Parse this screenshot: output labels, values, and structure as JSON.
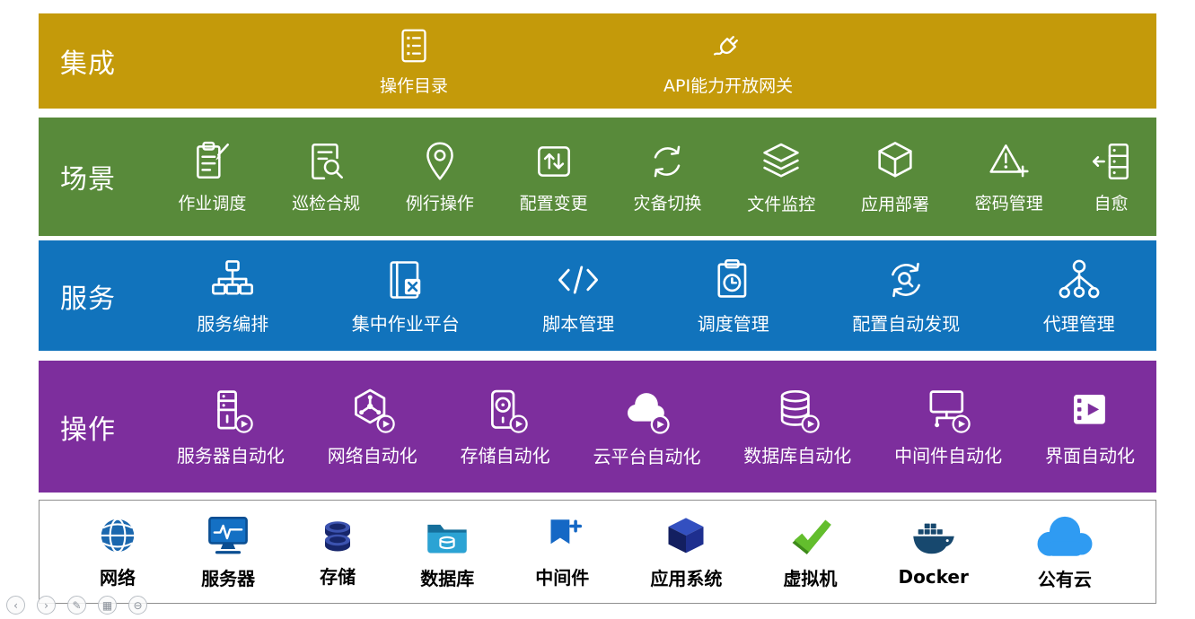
{
  "colors": {
    "integration_band": "#C49A0A",
    "scenario_band": "#588A3A",
    "service_band": "#1173BC",
    "operation_band": "#7D2E9D",
    "infrastructure_border": "#8F8F8F"
  },
  "bands": {
    "integration": {
      "label": "集成",
      "items": [
        {
          "label": "操作目录",
          "icon": "operation-catalog-icon"
        },
        {
          "label": "API能力开放网关",
          "icon": "api-gateway-icon"
        }
      ]
    },
    "scenario": {
      "label": "场景",
      "items": [
        {
          "label": "作业调度",
          "icon": "job-scheduling-icon"
        },
        {
          "label": "巡检合规",
          "icon": "inspection-compliance-icon"
        },
        {
          "label": "例行操作",
          "icon": "routine-operation-icon"
        },
        {
          "label": "配置变更",
          "icon": "config-change-icon"
        },
        {
          "label": "灾备切换",
          "icon": "disaster-switch-icon"
        },
        {
          "label": "文件监控",
          "icon": "file-monitor-icon"
        },
        {
          "label": "应用部署",
          "icon": "app-deploy-icon"
        },
        {
          "label": "密码管理",
          "icon": "password-mgmt-icon"
        },
        {
          "label": "自愈",
          "icon": "self-heal-icon"
        }
      ]
    },
    "service": {
      "label": "服务",
      "items": [
        {
          "label": "服务编排",
          "icon": "service-orchestration-icon"
        },
        {
          "label": "集中作业平台",
          "icon": "central-job-platform-icon"
        },
        {
          "label": "脚本管理",
          "icon": "script-mgmt-icon"
        },
        {
          "label": "调度管理",
          "icon": "schedule-mgmt-icon"
        },
        {
          "label": "配置自动发现",
          "icon": "auto-discovery-icon"
        },
        {
          "label": "代理管理",
          "icon": "agent-mgmt-icon"
        }
      ]
    },
    "operation": {
      "label": "操作",
      "items": [
        {
          "label": "服务器自动化",
          "icon": "server-automation-icon"
        },
        {
          "label": "网络自动化",
          "icon": "network-automation-icon"
        },
        {
          "label": "存储自动化",
          "icon": "storage-automation-icon"
        },
        {
          "label": "云平台自动化",
          "icon": "cloud-automation-icon"
        },
        {
          "label": "数据库自动化",
          "icon": "database-automation-icon"
        },
        {
          "label": "中间件自动化",
          "icon": "middleware-automation-icon"
        },
        {
          "label": "界面自动化",
          "icon": "ui-automation-icon"
        }
      ]
    },
    "infrastructure": {
      "items": [
        {
          "label": "网络",
          "icon": "network-icon"
        },
        {
          "label": "服务器",
          "icon": "server-icon"
        },
        {
          "label": "存储",
          "icon": "storage-icon"
        },
        {
          "label": "数据库",
          "icon": "database-icon"
        },
        {
          "label": "中间件",
          "icon": "middleware-icon"
        },
        {
          "label": "应用系统",
          "icon": "app-system-icon"
        },
        {
          "label": "虚拟机",
          "icon": "vm-icon"
        },
        {
          "label": "Docker",
          "icon": "docker-icon"
        },
        {
          "label": "公有云",
          "icon": "public-cloud-icon"
        }
      ]
    }
  },
  "viewer_controls": {
    "buttons": [
      {
        "name": "previous",
        "glyph": "‹"
      },
      {
        "name": "next",
        "glyph": "›"
      },
      {
        "name": "pen",
        "glyph": "✎"
      },
      {
        "name": "slides",
        "glyph": "▦"
      },
      {
        "name": "zoom",
        "glyph": "⊖"
      }
    ]
  }
}
